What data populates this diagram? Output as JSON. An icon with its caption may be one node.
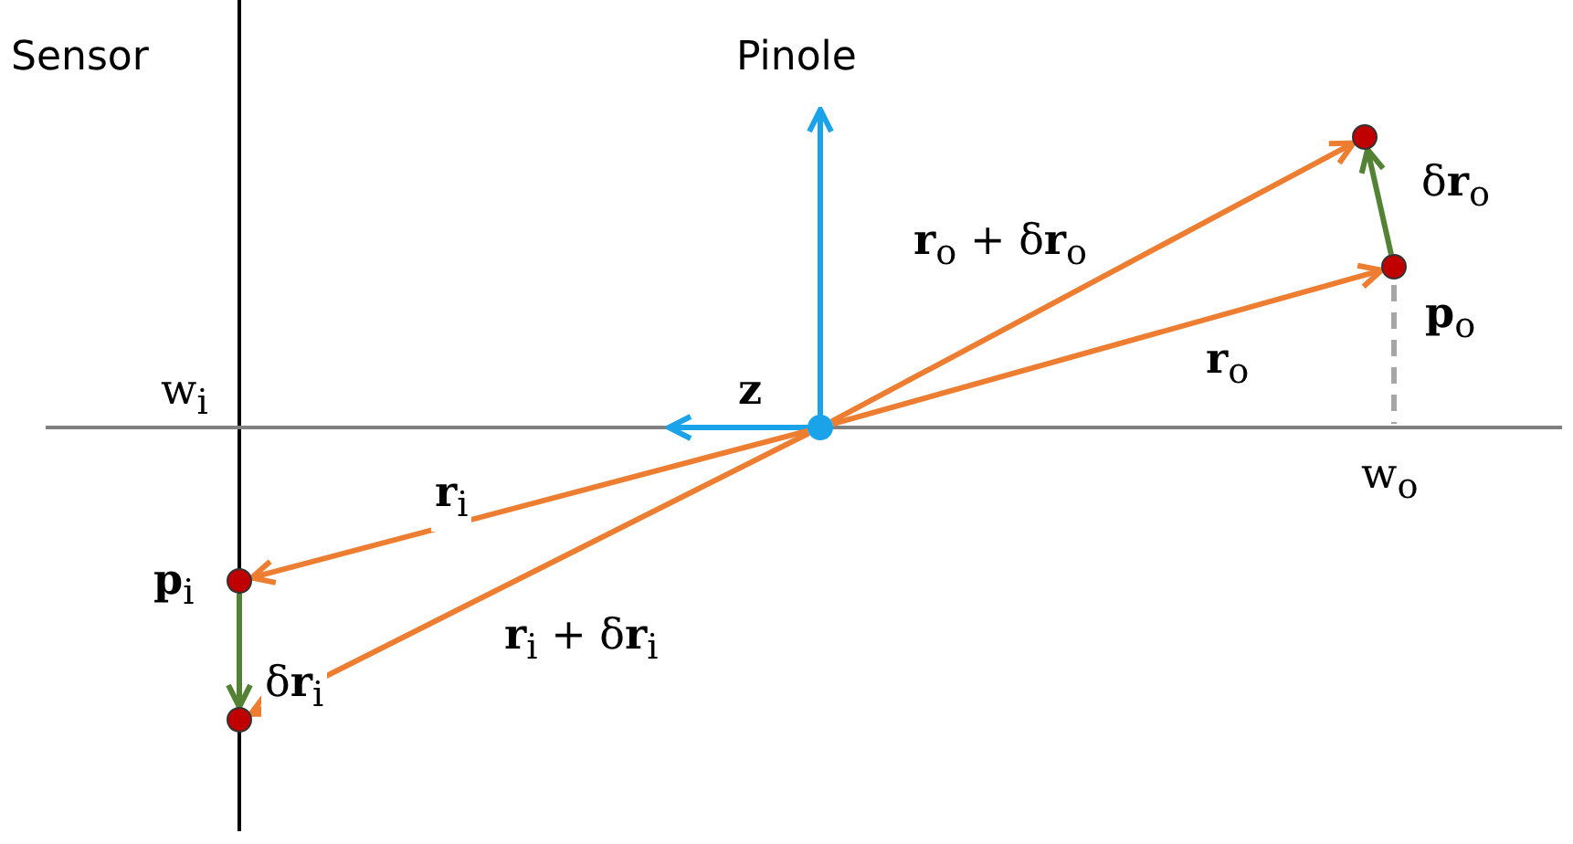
{
  "diagram": {
    "nodes": [
      {
        "text": [],
        "shape": "circle"
      },
      {
        "text": [],
        "shape": "circle"
      },
      {
        "text": [],
        "shape": "circle",
        "beside": [
          "**p**$_{o}$"
        ]
      },
      {
        "text": [],
        "shape": "circle",
        "beside": [
          "**p**$_{i}$"
        ]
      },
      {
        "text": [],
        "shape": "circle"
      }
    ],
    "edges": [
      {
        "from": 0,
        "to": 1,
        "arrow": "to",
        "label": "**r**$_{o}$ + δ**r**$_{o}$"
      },
      {
        "from": 0,
        "to": 2,
        "arrow": "to",
        "label": "**r**$_{o}$"
      },
      {
        "from": 2,
        "to": 1,
        "arrow": "to",
        "label": "δ**r**$_{o}$",
        "color": "#548235"
      },
      {
        "from": 0,
        "to": 3,
        "arrow": "to",
        "label": "**r**$_{i}$"
      },
      {
        "from": 0,
        "to": 4,
        "arrow": "to",
        "label": "**r**$_{i}$ + δ**r**$_{i}$"
      },
      {
        "from": 3,
        "to": 4,
        "arrow": "to",
        "label": "δ**r**$_{i}$",
        "color": "#548235"
      }
    ],
    "labels": [
      "Sensor",
      "Pinole",
      "z",
      "w$_{i}$",
      "w$_{o}$"
    ]
  }
}
